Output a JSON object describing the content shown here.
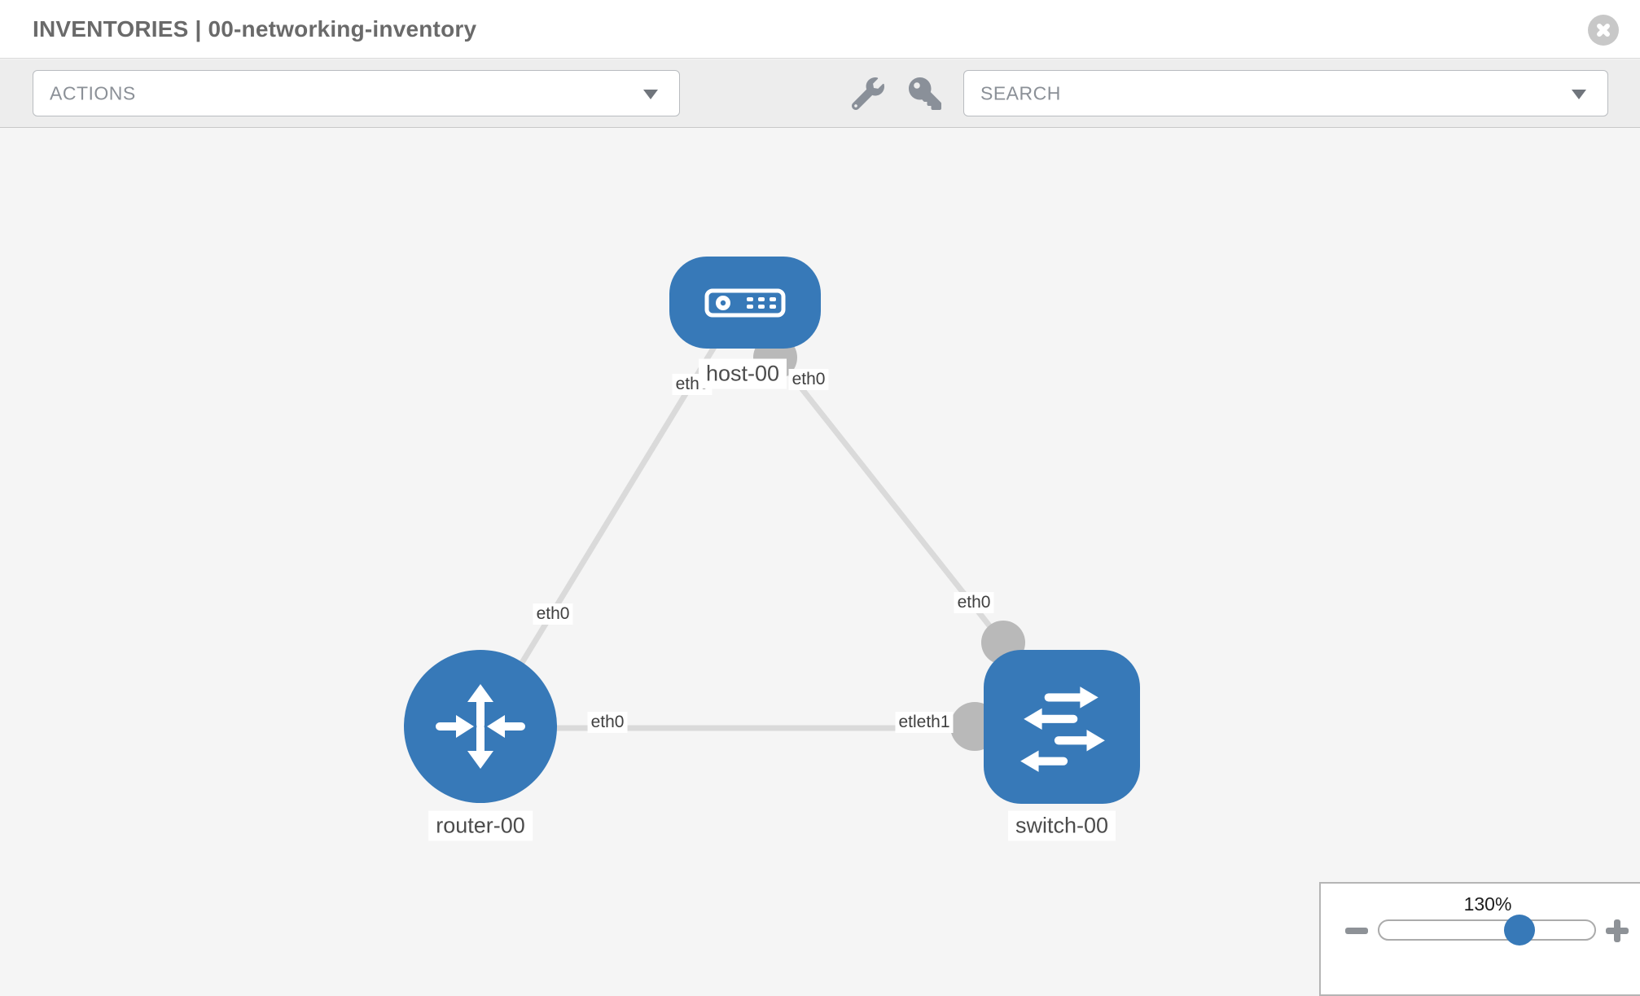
{
  "header": {
    "title": "INVENTORIES | 00-networking-inventory"
  },
  "toolbar": {
    "actions_label": "ACTIONS",
    "search_label": "SEARCH",
    "icons": [
      "wrench-icon",
      "key-icon"
    ]
  },
  "topology": {
    "nodes": [
      {
        "label": "host-00",
        "type": "host"
      },
      {
        "label": "router-00",
        "type": "router"
      },
      {
        "label": "switch-00",
        "type": "switch"
      }
    ],
    "links": [
      {
        "from": "host-00",
        "to": "router-00",
        "from_label": "eth0",
        "to_label": "eth0"
      },
      {
        "from": "host-00",
        "to": "switch-00",
        "from_label": "eth0",
        "to_label": "eth0"
      },
      {
        "from": "router-00",
        "to": "switch-00",
        "from_label": "eth0",
        "to_label": "etleth1"
      }
    ]
  },
  "zoom_control": {
    "level": "130%",
    "slider_percent": 65
  },
  "colors": {
    "node_blue": "#3779b8",
    "port_gray": "#b9b9b9",
    "link_gray": "#dadada",
    "toolbar_bg": "#ededed",
    "canvas_bg": "#f5f5f5"
  }
}
